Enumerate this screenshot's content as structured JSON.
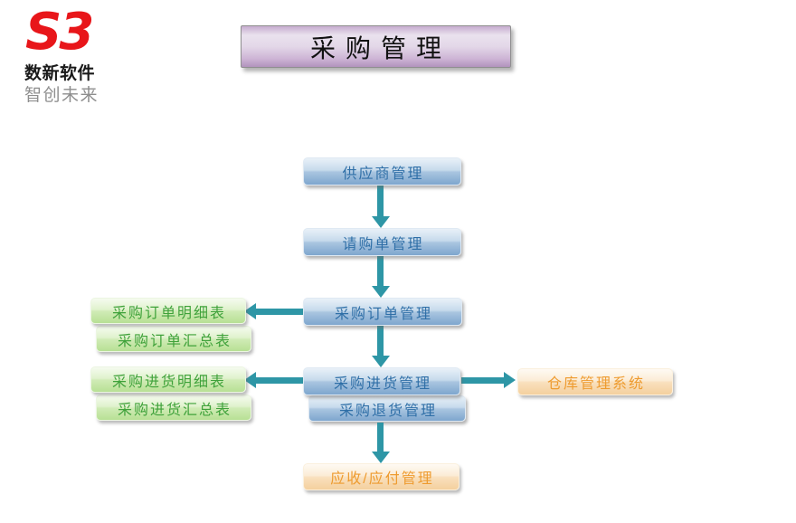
{
  "logo": {
    "mark": "S3",
    "company_name": "数新软件",
    "slogan": "智创未来"
  },
  "title": {
    "text": "采购管理"
  },
  "diagram": {
    "nodes": [
      {
        "id": "supplier-management",
        "label": "供应商管理",
        "type": "primary-blue"
      },
      {
        "id": "requisition-management",
        "label": "请购单管理",
        "type": "primary-blue"
      },
      {
        "id": "purchase-order-management",
        "label": "采购订单管理",
        "type": "primary-blue"
      },
      {
        "id": "purchase-order-detail-report",
        "label": "采购订单明细表",
        "type": "report-green"
      },
      {
        "id": "purchase-order-summary-report",
        "label": "采购订单汇总表",
        "type": "report-green"
      },
      {
        "id": "purchase-receipt-management",
        "label": "采购进货管理",
        "type": "primary-blue"
      },
      {
        "id": "purchase-return-management",
        "label": "采购退货管理",
        "type": "primary-blue"
      },
      {
        "id": "purchase-receipt-detail-report",
        "label": "采购进货明细表",
        "type": "report-green"
      },
      {
        "id": "purchase-receipt-summary-report",
        "label": "采购进货汇总表",
        "type": "report-green"
      },
      {
        "id": "warehouse-management-system",
        "label": "仓库管理系统",
        "type": "external-orange"
      },
      {
        "id": "ar-ap-management",
        "label": "应收/应付管理",
        "type": "external-orange"
      }
    ],
    "edges": [
      {
        "from": "supplier-management",
        "to": "requisition-management",
        "direction": "down"
      },
      {
        "from": "requisition-management",
        "to": "purchase-order-management",
        "direction": "down"
      },
      {
        "from": "purchase-order-management",
        "to": "purchase-order-detail-report",
        "direction": "left"
      },
      {
        "from": "purchase-order-management",
        "to": "purchase-receipt-management",
        "direction": "down"
      },
      {
        "from": "purchase-receipt-management",
        "to": "purchase-receipt-detail-report",
        "direction": "left"
      },
      {
        "from": "purchase-receipt-management",
        "to": "warehouse-management-system",
        "direction": "right"
      },
      {
        "from": "purchase-return-management",
        "to": "ar-ap-management",
        "direction": "down"
      }
    ]
  },
  "colors": {
    "logo_red": "#e8161a",
    "blue_box_text": "#2f6fa7",
    "green_box_text": "#3fa23a",
    "orange_box_text": "#ee9b2f",
    "arrow_teal": "#2e96a6",
    "title_purple": "#c6abcf"
  }
}
